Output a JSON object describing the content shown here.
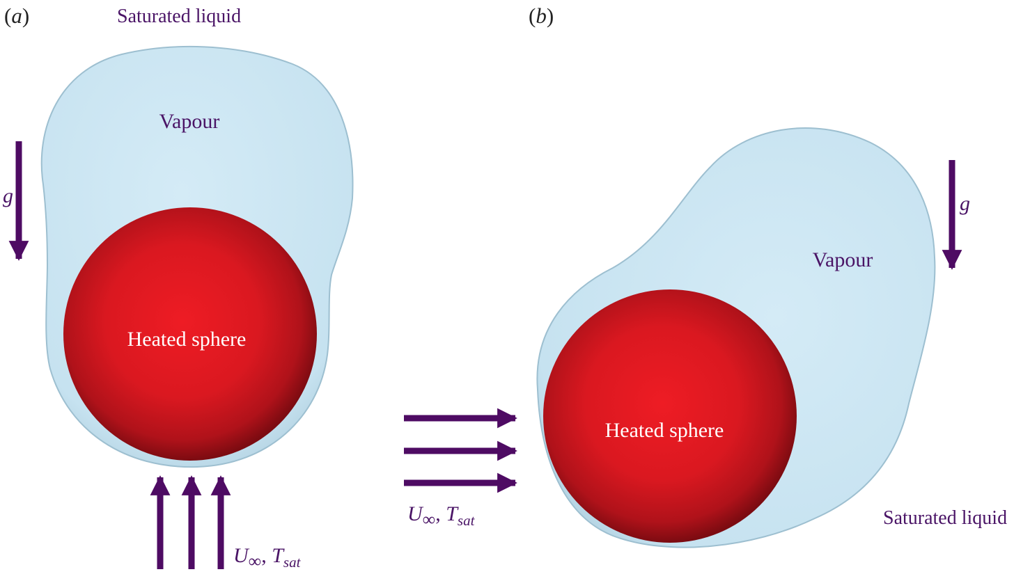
{
  "colors": {
    "label": "#4a1466",
    "arrow": "#4e0b63",
    "vapour_fill": "#c8e4f1",
    "vapour_edge": "#95b7c9",
    "sphere_center": "#f0202a",
    "sphere_edge": "#7a0a10",
    "sphere_text": "#ffffff"
  },
  "panel_a": {
    "tag": "(a)",
    "tag_letter": "a",
    "liquid_label": "Saturated liquid",
    "vapour_label": "Vapour",
    "sphere_label": "Heated sphere",
    "gravity_label": "g",
    "flow_label": {
      "u": "U",
      "inf": "∞",
      "sep": ", ",
      "t": "T",
      "sub": "sat"
    }
  },
  "panel_b": {
    "tag": "(b)",
    "tag_letter": "b",
    "liquid_label": "Saturated liquid",
    "vapour_label": "Vapour",
    "sphere_label": "Heated sphere",
    "gravity_label": "g",
    "flow_label": {
      "u": "U",
      "inf": "∞",
      "sep": ", ",
      "t": "T",
      "sub": "sat"
    }
  }
}
